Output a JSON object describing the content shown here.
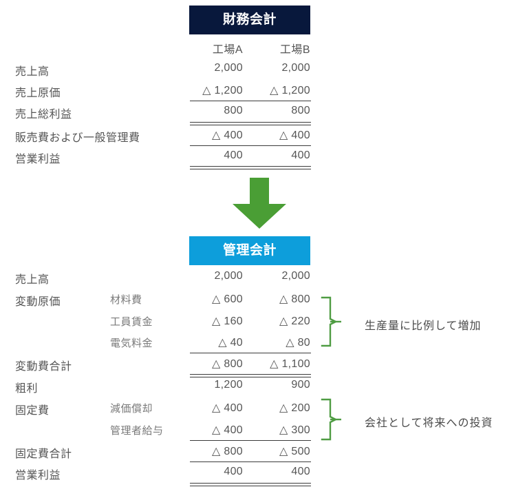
{
  "colors": {
    "financial_banner": "#08183c",
    "management_banner": "#0d9edb",
    "arrow_green": "#4a9e35",
    "brace_green": "#4f9c43",
    "text": "#555555",
    "rule": "#3a3a3a"
  },
  "financial": {
    "banner_title": "財務会計",
    "columns": [
      "工場A",
      "工場B"
    ],
    "rows": [
      {
        "label": "売上高",
        "sub": "",
        "a": "2,000",
        "b": "2,000",
        "rule_after": "none"
      },
      {
        "label": "売上原価",
        "sub": "",
        "a": "△ 1,200",
        "b": "△ 1,200",
        "rule_after": "single"
      },
      {
        "label": "売上総利益",
        "sub": "",
        "a": "800",
        "b": "800",
        "rule_after": "double"
      },
      {
        "label": "販売費および一般管理費",
        "sub": "",
        "a": "△ 400",
        "b": "△ 400",
        "rule_after": "single"
      },
      {
        "label": "営業利益",
        "sub": "",
        "a": "400",
        "b": "400",
        "rule_after": "double"
      }
    ]
  },
  "arrow": {
    "name": "down-arrow"
  },
  "management": {
    "banner_title": "管理会計",
    "rows": [
      {
        "label": "売上高",
        "sub": "",
        "a": "2,000",
        "b": "2,000",
        "rule_after": "none"
      },
      {
        "label": "変動原価",
        "sub": "材料費",
        "a": "△ 600",
        "b": "△ 800",
        "rule_after": "none"
      },
      {
        "label": "",
        "sub": "工員賃金",
        "a": "△ 160",
        "b": "△ 220",
        "rule_after": "none"
      },
      {
        "label": "",
        "sub": "電気料金",
        "a": "△ 40",
        "b": "△ 80",
        "rule_after": "single"
      },
      {
        "label": "変動費合計",
        "sub": "",
        "a": "△ 800",
        "b": "△ 1,100",
        "rule_after": "double"
      },
      {
        "label": "粗利",
        "sub": "",
        "a": "1,200",
        "b": "900",
        "rule_after": "none"
      },
      {
        "label": "固定費",
        "sub": "減価償却",
        "a": "△ 400",
        "b": "△ 200",
        "rule_after": "none"
      },
      {
        "label": "",
        "sub": "管理者給与",
        "a": "△ 400",
        "b": "△ 300",
        "rule_after": "single"
      },
      {
        "label": "固定費合計",
        "sub": "",
        "a": "△ 800",
        "b": "△ 500",
        "rule_after": "single"
      },
      {
        "label": "営業利益",
        "sub": "",
        "a": "400",
        "b": "400",
        "rule_after": "double"
      }
    ]
  },
  "annotations": [
    {
      "text": "生産量に比例して増加"
    },
    {
      "text": "会社として将来への投資"
    }
  ]
}
